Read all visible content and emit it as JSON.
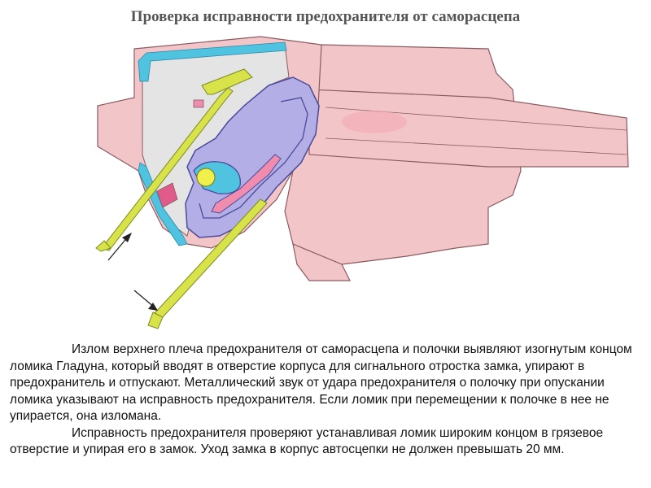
{
  "title": "Проверка исправности предохранителя от саморасцепа",
  "caption": {
    "paragraph1": "Излом верхнего плеча предохранителя от саморасцепа и полочки выявляют изогнутым концом ломика Гладуна, который вводят в отверстие корпуса для сигнального отростка замка, упирают в предохранитель и отпускают. Металлический звук от удара предохранителя о полочку при опускании ломика указывают на исправность предохранителя. Если ломик при перемещении к полочке в нее не упирается, она изломана.",
    "paragraph2": "Исправность предохранителя проверяют устанавливая ломик широким концом в грязевое отверстие и упирая его в замок. Уход замка в корпус автосцепки не должен превышать 20 мм."
  },
  "colors": {
    "body_pink": "#f2c6c9",
    "cavity_gray": "#e4e4e4",
    "blue_outline": "#4fc3e0",
    "lock_lavender": "#b3aee6",
    "lock_outline": "#4a4a9a",
    "inner_pink": "#f08cae",
    "bar_yellow": "#d8e34a",
    "outline": "#8a5a60"
  }
}
